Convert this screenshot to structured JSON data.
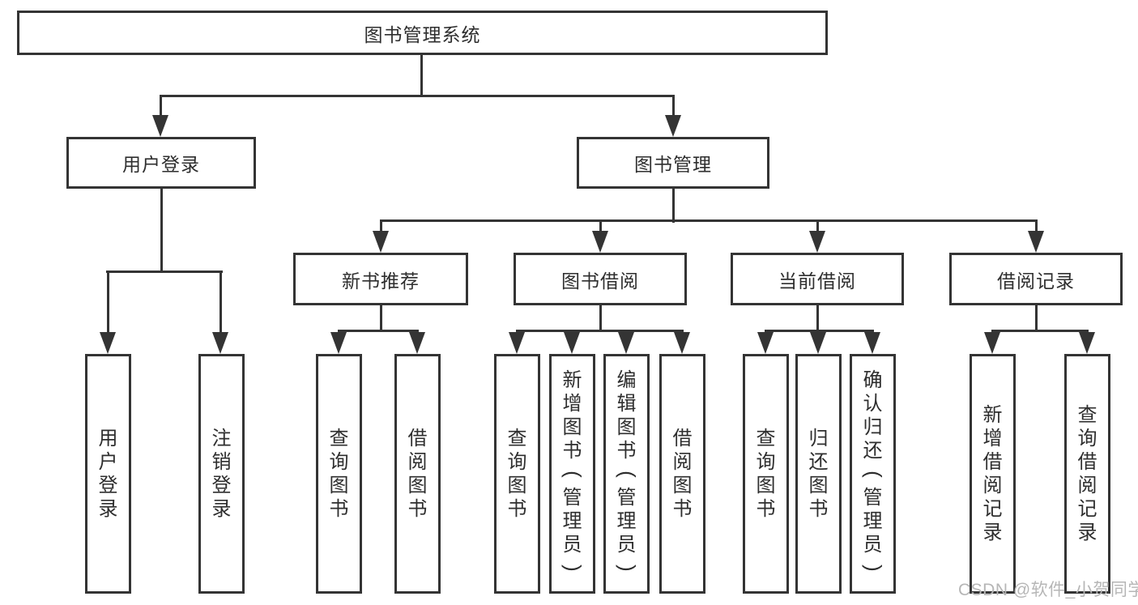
{
  "diagram": {
    "title": "图书管理系统",
    "type": "hierarchy-tree",
    "colors": {
      "line": "#343434",
      "box_border": "#343434",
      "text": "#2e2e2e",
      "background": "#ffffff",
      "watermark": "#b6b6b6"
    },
    "nodes": {
      "root": "图书管理系统",
      "level2": {
        "userLogin": "用户登录",
        "bookManagement": "图书管理"
      },
      "level3": {
        "newBookRecommend": "新书推荐",
        "bookBorrow": "图书借阅",
        "currentBorrow": "当前借阅",
        "borrowRecord": "借阅记录"
      },
      "leaves": {
        "userLogin": [
          "用户登录",
          "注销登录"
        ],
        "newBookRecommend": [
          "查询图书",
          "借阅图书"
        ],
        "bookBorrow": [
          "查询图书",
          "新增图书（管理员）",
          "编辑图书（管理员）",
          "借阅图书"
        ],
        "currentBorrow": [
          "查询图书",
          "归还图书",
          "确认归还（管理员）"
        ],
        "borrowRecord": [
          "新增借阅记录",
          "查询借阅记录"
        ]
      }
    },
    "hierarchy": {
      "图书管理系统": {
        "用户登录": [
          "用户登录",
          "注销登录"
        ],
        "图书管理": {
          "新书推荐": [
            "查询图书",
            "借阅图书"
          ],
          "图书借阅": [
            "查询图书",
            "新增图书（管理员）",
            "编辑图书（管理员）",
            "借阅图书"
          ],
          "当前借阅": [
            "查询图书",
            "归还图书",
            "确认归还（管理员）"
          ],
          "借阅记录": [
            "新增借阅记录",
            "查询借阅记录"
          ]
        }
      }
    },
    "watermark": "CSDN @软件_小贺同学"
  }
}
